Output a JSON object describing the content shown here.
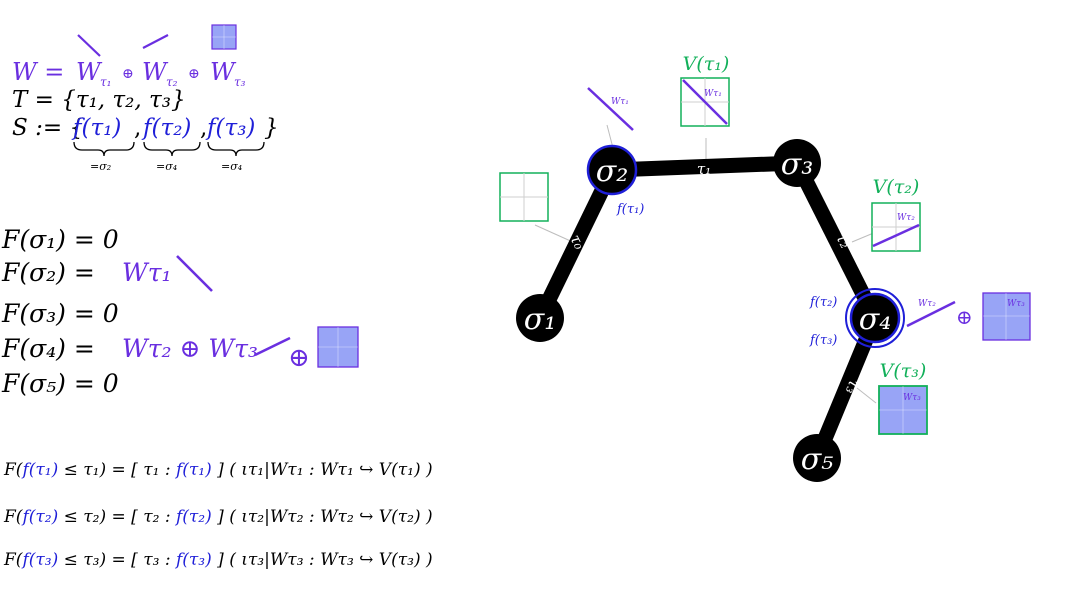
{
  "colors": {
    "purple": "#6a2fe0",
    "blue": "#1f1fd8",
    "green": "#12b05a",
    "black": "#000000",
    "fill_blue": "#98a4f6",
    "grey": "#bdbdbd"
  },
  "definitions": {
    "W_lhs": "W =",
    "W_term1": "W",
    "W_sub1": "τ₁",
    "W_term2": "W",
    "W_sub2": "τ₂",
    "W_term3": "W",
    "W_sub3": "τ₃",
    "oplus": "⊕",
    "T_line": "T = {τ₁, τ₂, τ₃}",
    "S_prefix": "S := {",
    "S_f1": "f(τ₁)",
    "S_f2": "f(τ₂)",
    "S_f3": "f(τ₃)",
    "S_comma": ",",
    "S_close": "}",
    "S_under1": "=σ₂",
    "S_under2": "=σ₄",
    "S_under3": "=σ₄"
  },
  "F_values": [
    {
      "lhs": "F(σ₁) = 0",
      "rhs": ""
    },
    {
      "lhs": "F(σ₂) = ",
      "rhs": "Wτ₁"
    },
    {
      "lhs": "F(σ₃) = 0",
      "rhs": ""
    },
    {
      "lhs": "F(σ₄) = ",
      "rhs": "Wτ₂ ⊕ Wτ₃"
    },
    {
      "lhs": "F(σ₅) = 0",
      "rhs": ""
    }
  ],
  "maps": [
    {
      "pre": "F(",
      "f": "f(τ₁)",
      "mid": " ≤ τ₁) = [ τ₁ : ",
      "f2": "f(τ₁)",
      "post": " ] ( ιτ₁|Wτ₁ : Wτ₁ ↪ V(τ₁) )"
    },
    {
      "pre": "F(",
      "f": "f(τ₂)",
      "mid": " ≤ τ₂) = [ τ₂ : ",
      "f2": "f(τ₂)",
      "post": " ] ( ιτ₂|Wτ₂ : Wτ₂ ↪ V(τ₂) )"
    },
    {
      "pre": "F(",
      "f": "f(τ₃)",
      "mid": " ≤ τ₃) = [ τ₃ : ",
      "f2": "f(τ₃)",
      "post": " ] ( ιτ₃|Wτ₃ : Wτ₃ ↪ V(τ₃) )"
    }
  ],
  "graph": {
    "nodes": [
      {
        "id": "s1",
        "label": "σ₁"
      },
      {
        "id": "s2",
        "label": "σ₂"
      },
      {
        "id": "s3",
        "label": "σ₃"
      },
      {
        "id": "s4",
        "label": "σ₄"
      },
      {
        "id": "s5",
        "label": "σ₅"
      }
    ],
    "edges": [
      {
        "from": "s1",
        "to": "s2",
        "label": "τ₀"
      },
      {
        "from": "s2",
        "to": "s3",
        "label": "τ₁"
      },
      {
        "from": "s3",
        "to": "s4",
        "label": "τ₂"
      },
      {
        "from": "s4",
        "to": "s5",
        "label": "τ₃"
      }
    ],
    "V_labels": [
      "V(τ₁)",
      "V(τ₂)",
      "V(τ₃)"
    ],
    "f_labels": [
      "f(τ₁)",
      "f(τ₂)",
      "f(τ₃)"
    ],
    "W_small": [
      "Wτ₁",
      "Wτ₁",
      "Wτ₂",
      "Wτ₂",
      "Wτ₃",
      "Wτ₃"
    ],
    "oplus": "⊕"
  }
}
